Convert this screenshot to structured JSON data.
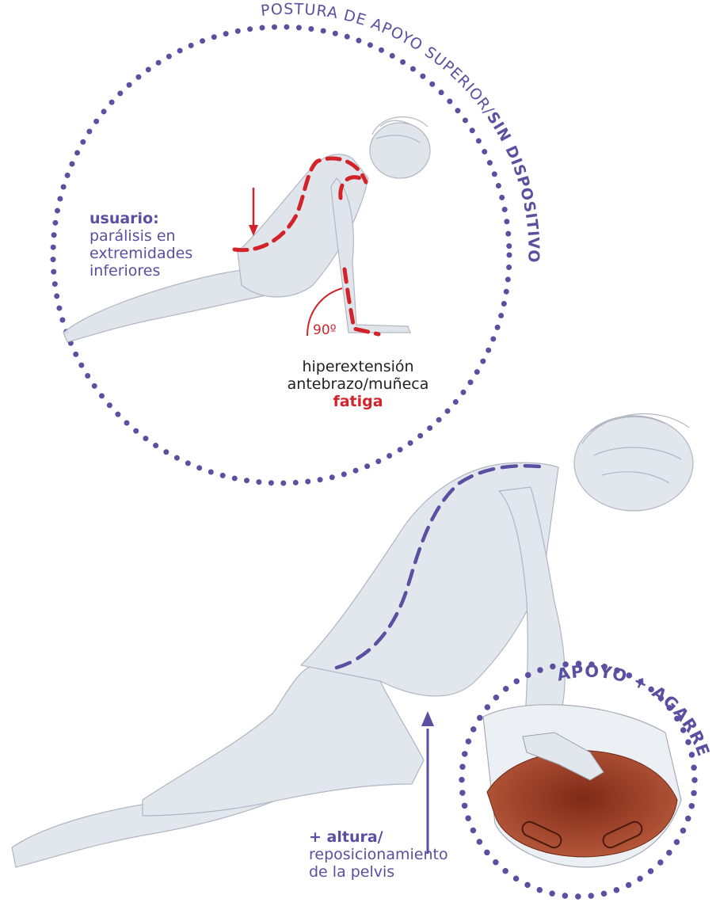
{
  "top_circle": {
    "title_light": "POSTURA DE APOYO SUPERIOR",
    "title_slash": "/",
    "title_bold": "SIN DISPOSITIVO",
    "user_label": "usuario:",
    "user_desc": [
      "parálisis en",
      "extremidades",
      "inferiores"
    ],
    "angle_label": "90º",
    "strain_lines": [
      "hiperextensión",
      "antebrazo/muñeca"
    ],
    "strain_result": "fatiga"
  },
  "bottom_circle": {
    "title": "APOYO + AGARRE",
    "height_label": "+ altura/",
    "height_desc": [
      "reposicionamiento",
      "de la pelvis"
    ]
  },
  "colors": {
    "purple": "#5a4fa0",
    "red": "#d2232a",
    "skin_sketch": "#dfe3ea",
    "device_brown": "#a4492e"
  }
}
